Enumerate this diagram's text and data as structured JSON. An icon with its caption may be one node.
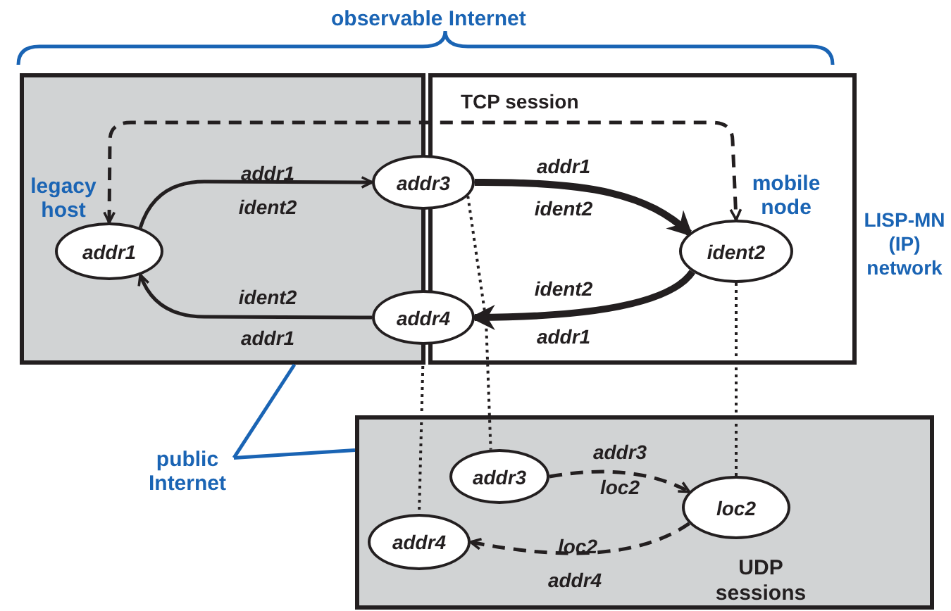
{
  "diagram": {
    "nodes": [
      {
        "text": [],
        "shape": "box"
      },
      {
        "text": [
          "TCP session"
        ]
      },
      {
        "text": [
          "addr1"
        ],
        "in": 0,
        "beside": [
          "legacy host"
        ]
      },
      {
        "text": [
          "addr3"
        ]
      },
      {
        "text": [
          "addr4"
        ]
      },
      {
        "text": [
          "ident2"
        ],
        "in": 1,
        "beside": [
          "mobile node"
        ]
      },
      {
        "text": [
          "UDP sessions"
        ]
      },
      {
        "text": [
          "addr3"
        ],
        "in": 6
      },
      {
        "text": [
          "addr4"
        ],
        "in": 6
      },
      {
        "text": [
          "loc2"
        ],
        "in": 6
      },
      {
        "text": [
          "public Internet"
        ]
      }
    ],
    "edges": [
      {
        "from": 2,
        "to": 3,
        "arrow": "to",
        "label": "addr1"
      },
      {
        "from": 4,
        "to": 2,
        "arrow": "to",
        "label": "ident2"
      },
      {
        "from": 3,
        "to": 5,
        "arrow": "to",
        "label": "addr1",
        "style": "thick"
      },
      {
        "from": 5,
        "to": 4,
        "arrow": "to",
        "label": "ident2",
        "style": "thick"
      },
      {
        "from": 2,
        "to": 5,
        "arrow": "both",
        "style": "dashed"
      },
      {
        "from": 3,
        "to": 7,
        "arrow": "none",
        "style": "dashed"
      },
      {
        "from": 4,
        "to": 8,
        "arrow": "none",
        "style": "dashed"
      },
      {
        "from": 5,
        "to": 9,
        "arrow": "none",
        "style": "dashed"
      },
      {
        "from": 7,
        "to": 9,
        "arrow": "to",
        "label": "addr3",
        "style": "dashed"
      },
      {
        "from": 9,
        "to": 8,
        "arrow": "to",
        "label": "loc2",
        "style": "dashed"
      },
      {
        "from": 10,
        "to": 0,
        "arrow": "none",
        "color": "#1a64b4"
      },
      {
        "from": 10,
        "to": 6,
        "arrow": "none",
        "color": "#1a64b4"
      }
    ],
    "labels": [
      "observable Internet",
      "ident2",
      "addr1",
      "ident2",
      "addr1",
      "loc2",
      "addr4",
      "LISP-MN (IP) network"
    ]
  }
}
